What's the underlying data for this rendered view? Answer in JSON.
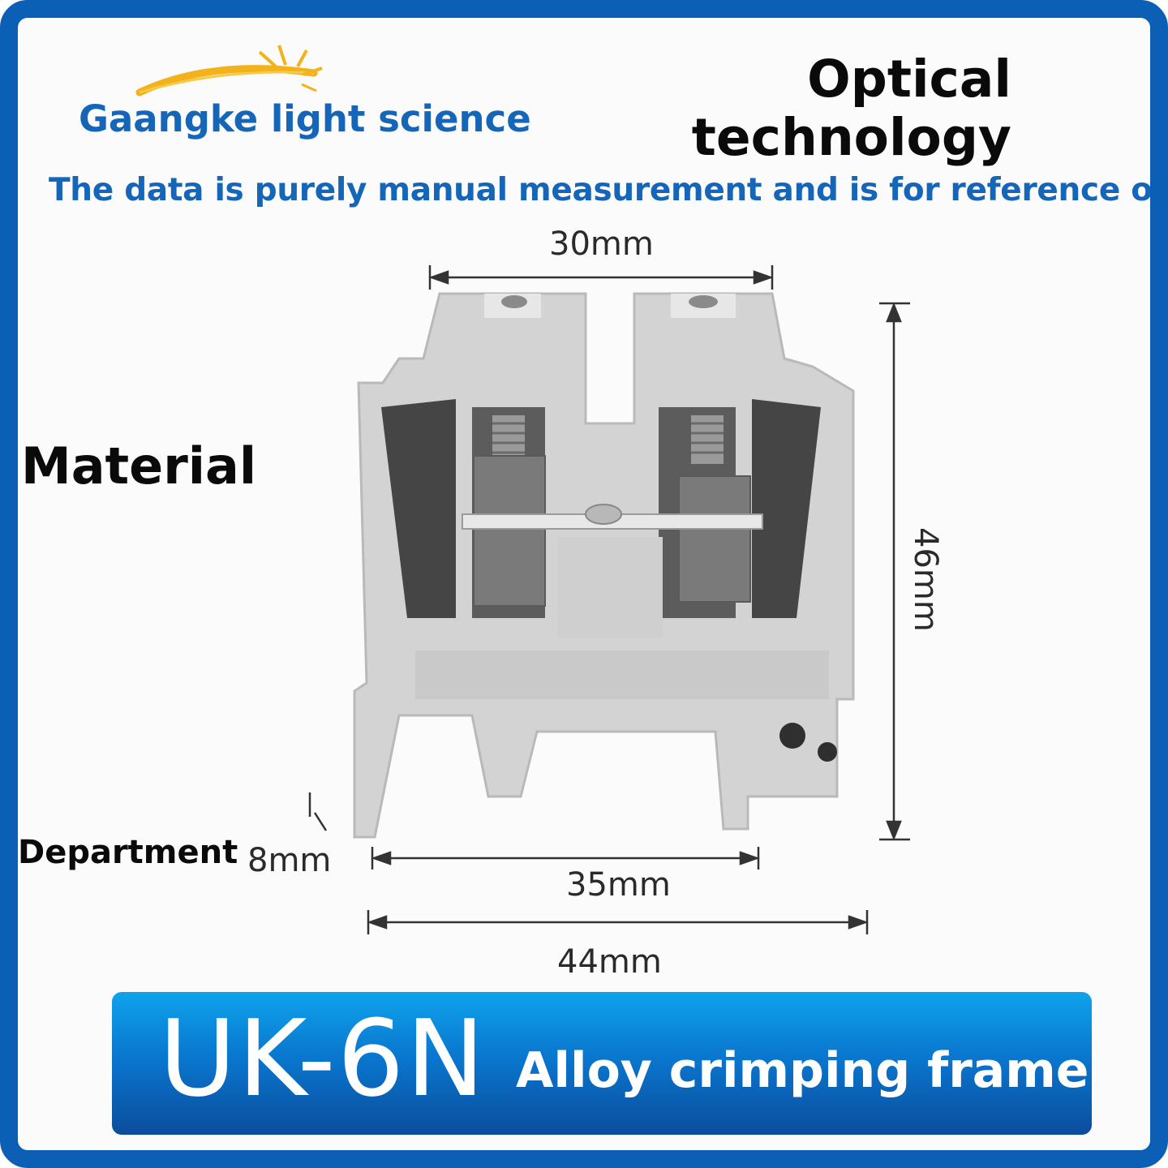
{
  "brand": {
    "name": "Gaangke light science",
    "colors": {
      "accent": "#1565b8",
      "logo_sun": "#f3b21a"
    }
  },
  "headline": {
    "line1": "Optical",
    "line2": "technology"
  },
  "disclaimer": "The data is purely manual measurement and is for reference only",
  "side_labels": {
    "material": "Material",
    "department": "Department"
  },
  "dimensions": {
    "top_width": "30mm",
    "height": "46mm",
    "rail_width": "35mm",
    "base_width": "44mm",
    "depth": "8mm"
  },
  "banner": {
    "model": "UK-6N",
    "description": "Alloy crimping frame"
  },
  "icons": [
    "sun-logo-icon",
    "arrow-icon"
  ]
}
